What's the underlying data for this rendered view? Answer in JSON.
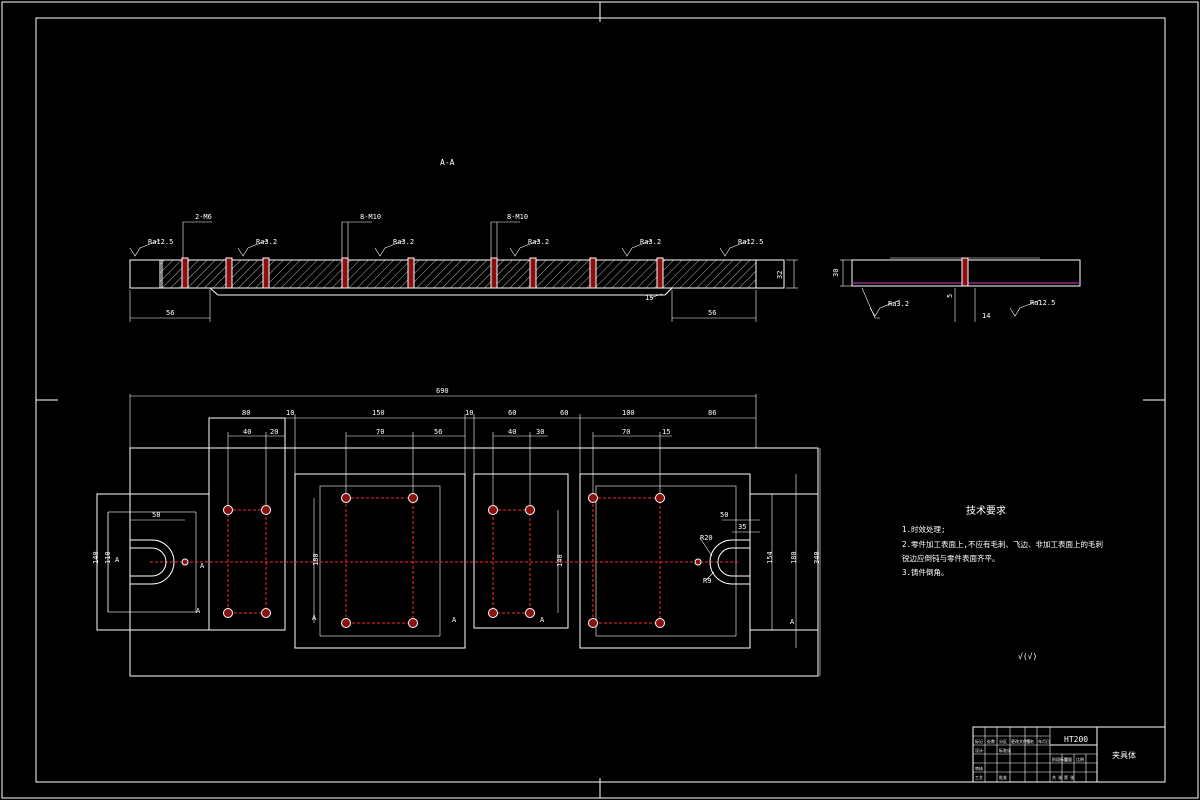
{
  "section": {
    "title": "A-A",
    "callouts": [
      "2-M6",
      "8-M10",
      "8-M10"
    ],
    "roughness_left": [
      "Ra12.5",
      "Ra3.2",
      "Ra3.2",
      "Ra3.2",
      "Ra3.2",
      "Ra12.5"
    ],
    "dims": [
      "56",
      "56",
      "32"
    ],
    "angle": "15",
    "side_dims": [
      "30",
      "5",
      "14"
    ],
    "side_roughness": [
      "Ra3.2",
      "Ra12.5"
    ]
  },
  "plan": {
    "overall": "690",
    "top_dims": [
      "80",
      "10",
      "150",
      "10",
      "60",
      "60",
      "100",
      "86"
    ],
    "inner_dims": [
      "40",
      "20",
      "70",
      "56",
      "40",
      "30",
      "70",
      "15"
    ],
    "left_dims": [
      "140",
      "110",
      "58"
    ],
    "mid_dims": [
      "180",
      "140"
    ],
    "right_dims": [
      "50",
      "35",
      "154",
      "180",
      "340"
    ],
    "right_labels": [
      "R20",
      "R9"
    ],
    "markers": [
      "A",
      "A",
      "A",
      "A",
      "A",
      "A",
      "A"
    ]
  },
  "tech": {
    "title": "技术要求",
    "lines": [
      "1.时效处理;",
      "2.零件加工表面上,不应有毛刺、飞边、非加工表面上的毛刺",
      "锐边应倒钝与零件表面齐平。",
      "3.铸件倒角。"
    ],
    "roughness_mark": "√(√)"
  },
  "title_block": {
    "material": "HT200",
    "name": "夹具体",
    "cells": [
      "标记",
      "处数",
      "分区",
      "更改文件号",
      "签名",
      "年月日",
      "设计",
      "标准化",
      "阶段标记",
      "重量",
      "比例",
      "审核",
      "工艺",
      "批准",
      "共",
      "张",
      "第",
      "张"
    ]
  }
}
